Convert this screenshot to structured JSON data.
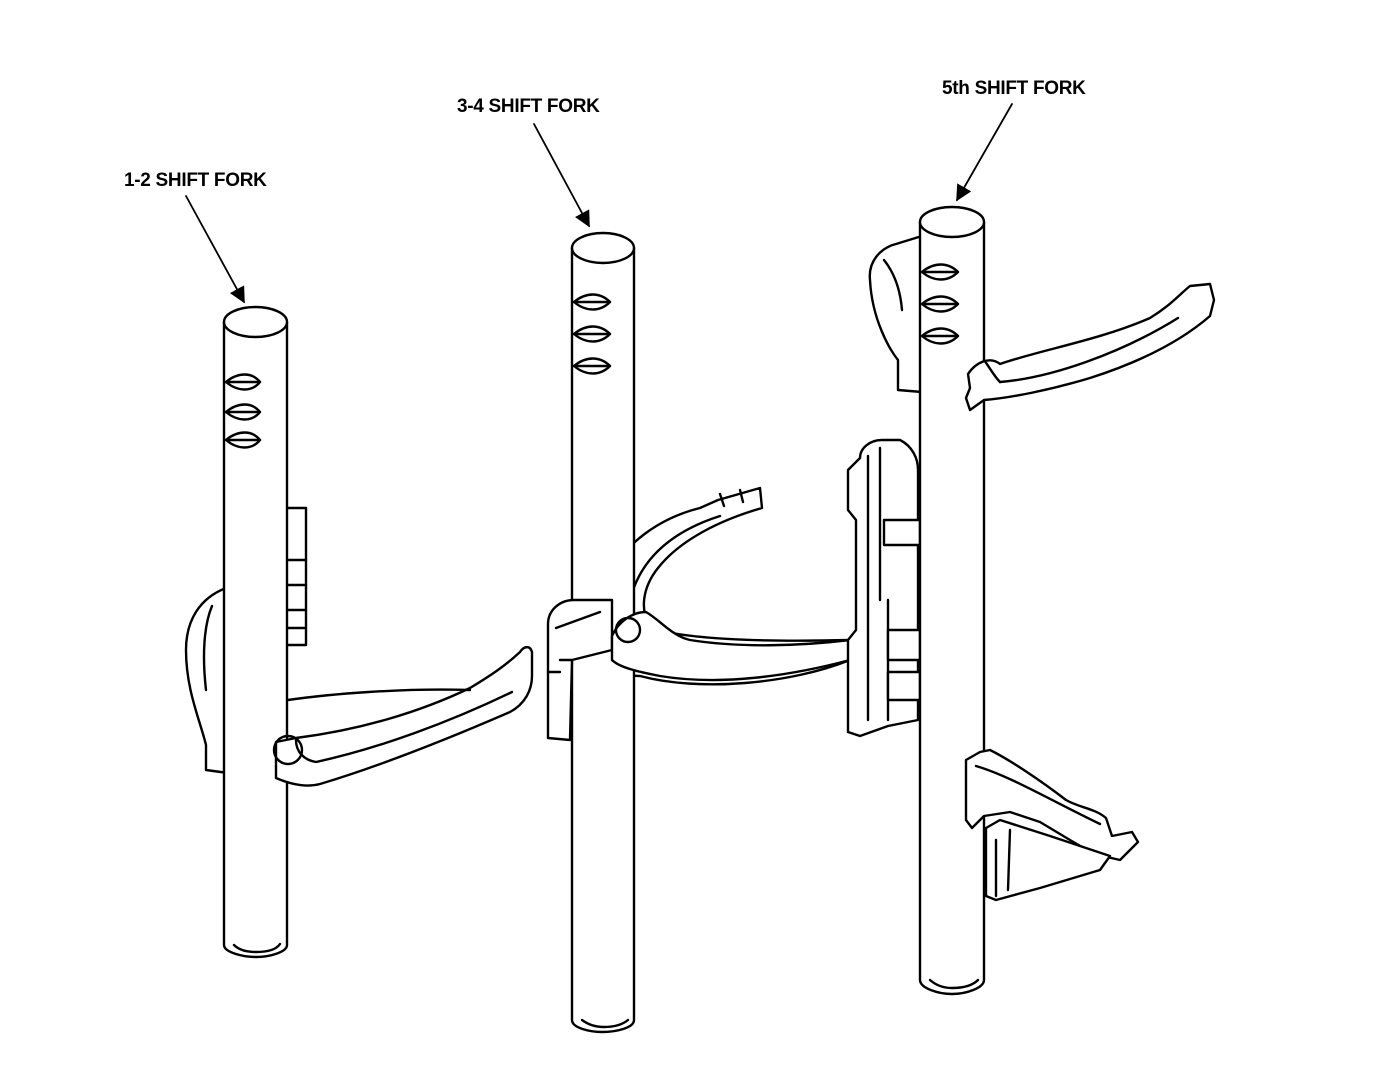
{
  "diagram": {
    "callouts": {
      "fork_1_2": "1-2 SHIFT FORK",
      "fork_3_4": "3-4 SHIFT FORK",
      "fork_5th": "5th SHIFT FORK"
    }
  }
}
